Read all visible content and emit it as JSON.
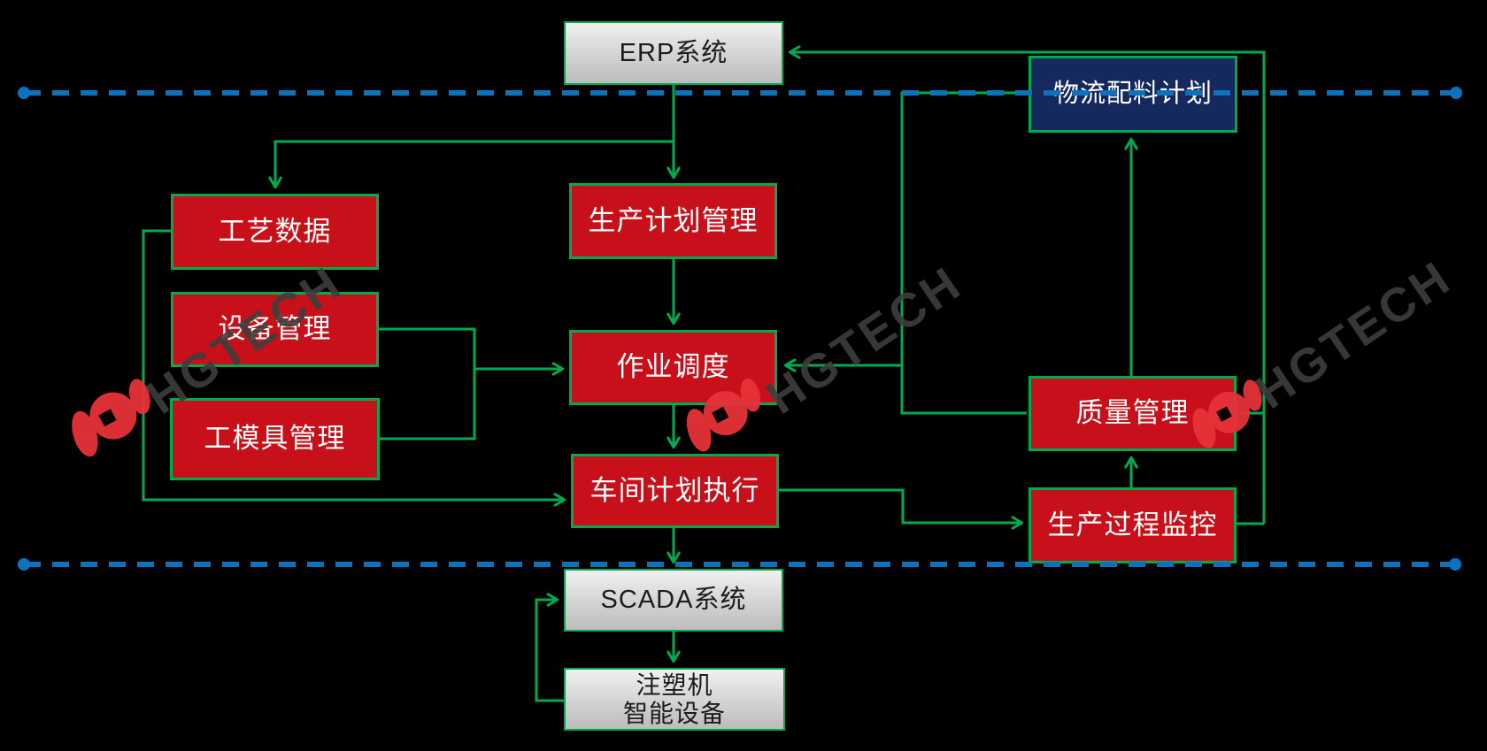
{
  "nodes": {
    "erp": {
      "label": "ERP系统"
    },
    "logistics_plan": {
      "label": "物流配料计划"
    },
    "process_data": {
      "label": "工艺数据"
    },
    "equipment_mgmt": {
      "label": "设备管理"
    },
    "tooling_mgmt": {
      "label": "工模具管理"
    },
    "production_plan_mgmt": {
      "label": "生产计划管理"
    },
    "job_scheduling": {
      "label": "作业调度"
    },
    "shop_floor_execution": {
      "label": "车间计划执行"
    },
    "quality_mgmt": {
      "label": "质量管理"
    },
    "production_process_monitoring": {
      "label": "生产过程监控"
    },
    "scada": {
      "label": "SCADA系统"
    },
    "smart_equipment": {
      "line1": "注塑机",
      "line2": "智能设备"
    }
  },
  "watermark": {
    "text": "HGTECH"
  },
  "colors": {
    "connector_green": "#00AB50",
    "boundary_blue": "#0B72C0",
    "node_red": "#C8101A",
    "node_navy": "#15295E",
    "node_gray": "#D8D8D8",
    "logo_red": "#E63238",
    "watermark_gray": "#3E3E3E"
  }
}
